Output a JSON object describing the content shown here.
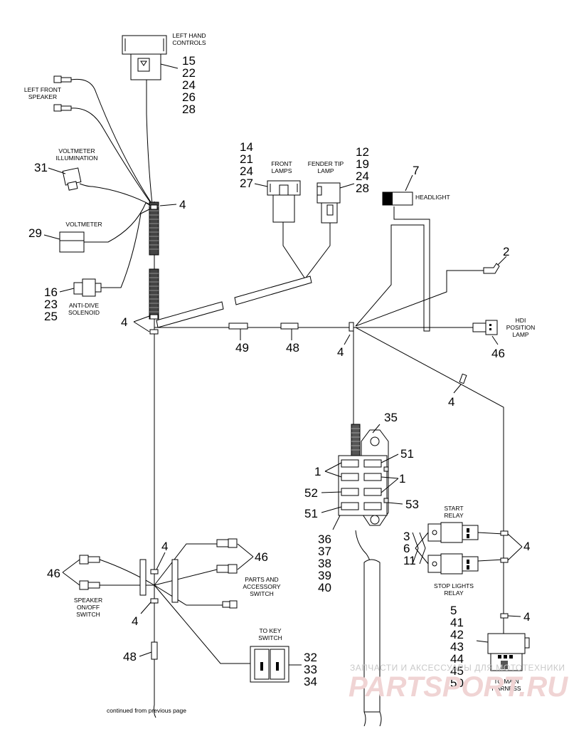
{
  "labels": {
    "left_hand_controls": [
      "LEFT HAND",
      "CONTROLS"
    ],
    "left_front_speaker": [
      "LEFT FRONT",
      "SPEAKER"
    ],
    "voltmeter_illumination": [
      "VOLTMETER",
      "ILLUMINATION"
    ],
    "voltmeter": "VOLTMETER",
    "anti_dive_solenoid": [
      "ANTI-DIVE",
      "SOLENOID"
    ],
    "front_lamps": [
      "FRONT",
      "LAMPS"
    ],
    "fender_tip_lamp": [
      "FENDER TIP",
      "LAMP"
    ],
    "headlight": "HEADLIGHT",
    "hdi_position_lamp": [
      "HDI",
      "POSITION",
      "LAMP"
    ],
    "start_relay": [
      "START",
      "RELAY"
    ],
    "stop_lights_relay": [
      "STOP LIGHTS",
      "RELAY"
    ],
    "parts_accessory_switch": [
      "PARTS AND",
      "ACCESSORY",
      "SWITCH"
    ],
    "speaker_onoff_switch": [
      "SPEAKER",
      "ON/OFF",
      "SWITCH"
    ],
    "to_key_switch": [
      "TO KEY",
      "SWITCH"
    ],
    "to_main_harness": [
      "TO MAIN",
      "HARNESS"
    ],
    "continued": "continued from previous page"
  },
  "callouts": {
    "lhc": [
      "15",
      "22",
      "24",
      "26",
      "28"
    ],
    "voltmeter_illum": "31",
    "voltmeter": "29",
    "anti_dive": [
      "16",
      "23",
      "25"
    ],
    "front_lamps": [
      "14",
      "21",
      "24",
      "27"
    ],
    "fender_tip": [
      "12",
      "19",
      "24",
      "28"
    ],
    "headlight": "7",
    "hdi_lead": "2",
    "hdi_lamp": "46",
    "clip": "4",
    "c49": "49",
    "c48": "48",
    "fuse_top": "35",
    "fuse_51": "51",
    "fuse_1": "1",
    "fuse_52": "52",
    "fuse_53": "53",
    "fuse_stack": [
      "36",
      "37",
      "38",
      "39",
      "40"
    ],
    "relays": [
      "3",
      "6",
      "11"
    ],
    "parts_46": "46",
    "speaker_46": "46",
    "key_switch": [
      "32",
      "33",
      "34"
    ],
    "main_harness": [
      "5",
      "41",
      "42",
      "43",
      "44",
      "45",
      "50"
    ]
  },
  "watermark": {
    "line1": "ЗАПЧАСТИ И АКСЕССУАРЫ ДЛЯ МОТОТЕХНИКИ",
    "line2": "PARTSPORT.RU"
  }
}
